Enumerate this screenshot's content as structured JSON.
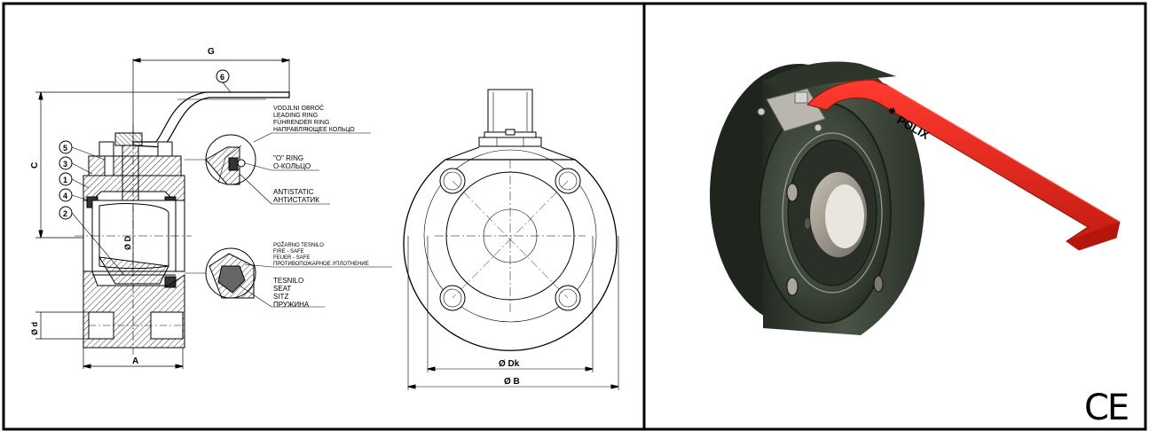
{
  "drawing": {
    "dimensions": {
      "G": "G",
      "C": "C",
      "A": "A",
      "d": "Ø d",
      "D": "Ø D",
      "Dk": "Ø Dk",
      "B": "Ø B"
    },
    "parts": [
      "1",
      "2",
      "3",
      "4",
      "5",
      "6"
    ],
    "callouts": {
      "leading_ring": [
        "VODJLNI OBROČ",
        "LEADING RING",
        "FÜHRENDER RING",
        "НАПРАВЛЯЮЩЕЕ КОЛЬЦО"
      ],
      "o_ring": [
        "\"O\" RING",
        "O-КОЛЬЦО"
      ],
      "antistatic": [
        "ANTISTATIC",
        "АНТИСТАТИК"
      ],
      "fire_safe": [
        "POŽARNO TESNILO",
        "FIRE - SAFE",
        "FEUER - SAFE",
        "ПРОТИВОПОЖАРНОЕ УПЛОТНЕНИЕ"
      ],
      "seat": [
        "TESNILO",
        "SEAT",
        "SITZ",
        "ПРУЖИНА"
      ]
    }
  },
  "product": {
    "brand": "POLIX",
    "handle_color": "#e8281e",
    "body_color": "#3f4a3c"
  },
  "certification": {
    "mark": "CE"
  }
}
